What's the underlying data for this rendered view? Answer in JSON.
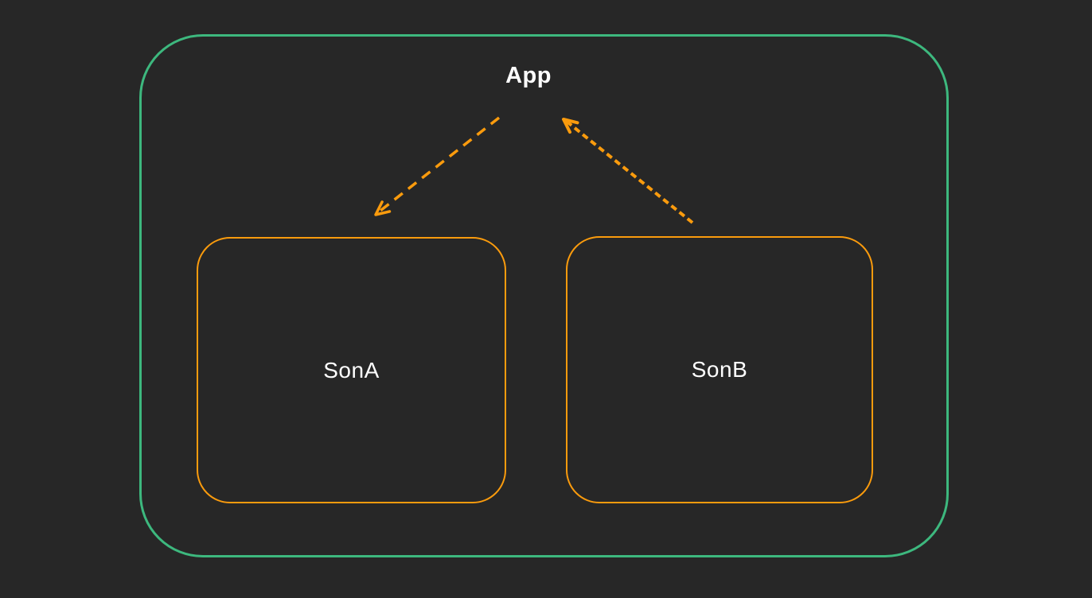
{
  "diagram": {
    "container": {
      "label": "App"
    },
    "children": [
      {
        "label": "SonA"
      },
      {
        "label": "SonB"
      }
    ],
    "arrows": [
      {
        "name": "app-to-sona",
        "from": "App",
        "to": "SonA",
        "style": "dashed"
      },
      {
        "name": "sonb-to-app",
        "from": "SonB",
        "to": "App",
        "style": "dashed"
      }
    ]
  },
  "colors": {
    "background": "#272727",
    "container-border": "#3db87e",
    "child-border": "#fa9b0d",
    "arrow": "#fa9b0d",
    "text": "#ffffff"
  }
}
